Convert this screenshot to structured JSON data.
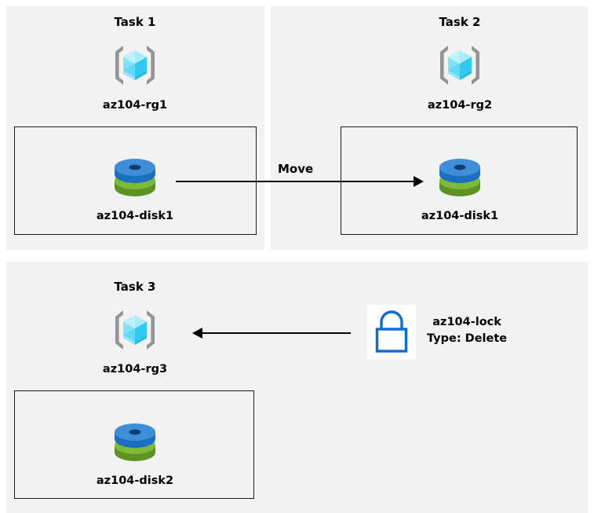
{
  "diagram": {
    "title_text_color": "#000000",
    "panel_bg": "#f2f2f2",
    "page_bg": "#ffffff",
    "box_border_color": "#1a1a1a",
    "arrow_color": "#000000",
    "rg_icon_color": "#4fd3f5",
    "rg_bracket_color": "#949494",
    "disk_blue": "#3f8fd8",
    "disk_green": "#7cba38",
    "lock_color": "#0a6cd4"
  },
  "panels": [
    {
      "title": "Task 1",
      "resource_group": {
        "label": "az104-rg1",
        "icon": "azure-resource-group-icon"
      },
      "resource": {
        "label": "az104-disk1",
        "icon": "azure-managed-disk-icon"
      }
    },
    {
      "title": "Task 2",
      "resource_group": {
        "label": "az104-rg2",
        "icon": "azure-resource-group-icon"
      },
      "resource": {
        "label": "az104-disk1",
        "icon": "azure-managed-disk-icon"
      }
    },
    {
      "title": "Task 3",
      "resource_group": {
        "label": "az104-rg3",
        "icon": "azure-resource-group-icon"
      },
      "resource": {
        "label": "az104-disk2",
        "icon": "azure-managed-disk-icon"
      }
    }
  ],
  "connectors": {
    "move": {
      "label": "Move",
      "direction": "right",
      "from": "az104-disk1 in az104-rg1",
      "to": "az104-disk1 in az104-rg2"
    },
    "lock_applied": {
      "label": "",
      "direction": "left",
      "from": "az104-lock",
      "to": "az104-rg3"
    }
  },
  "lock": {
    "icon": "padlock-icon",
    "name": "az104-lock",
    "type_line": "Type: Delete"
  }
}
